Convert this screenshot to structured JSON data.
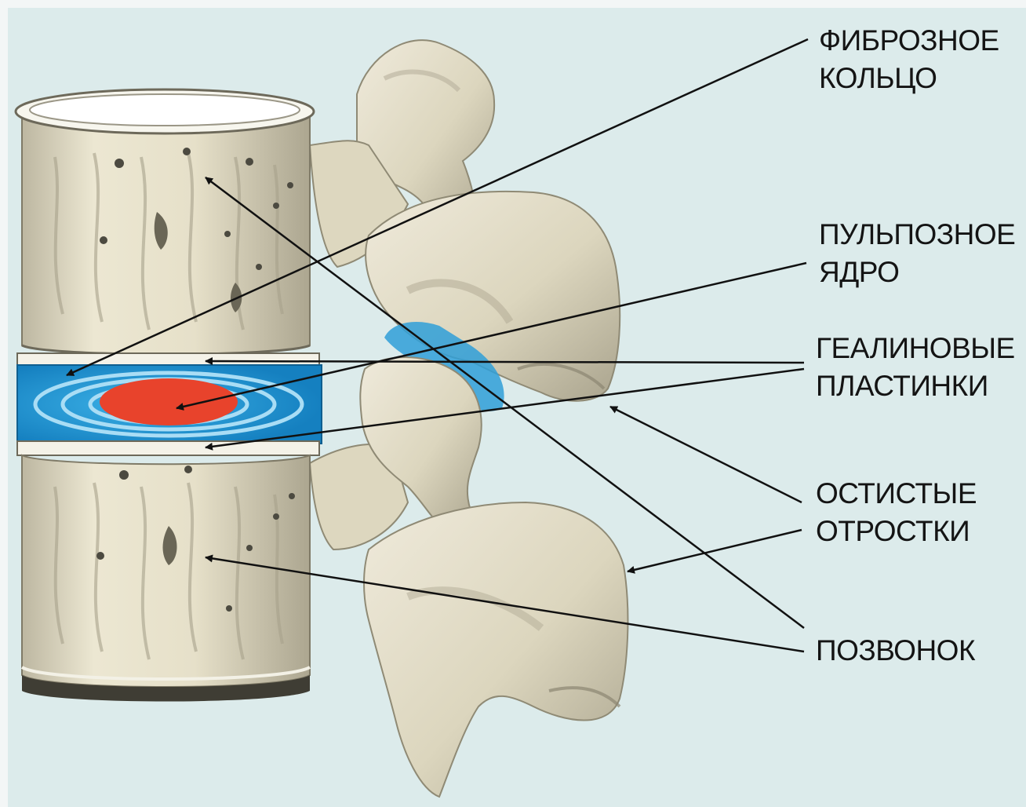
{
  "labels": {
    "annulus": {
      "line1": "ФИБРОЗНОЕ",
      "line2": "КОЛЬЦО"
    },
    "nucleus": {
      "line1": "ПУЛЬПОЗНОЕ",
      "line2": "ЯДРО"
    },
    "endplates": {
      "line1": "ГЕАЛИНОВЫЕ",
      "line2": "ПЛАСТИНКИ"
    },
    "spinous": {
      "line1": "ОСТИСТЫЕ",
      "line2": "ОТРОСТКИ"
    },
    "vertebra": {
      "line1": "ПОЗВОНОК"
    }
  },
  "colors": {
    "bone": "#e2dcc4",
    "bone_shadow": "#9e9882",
    "disc_blue": "#1f95cf",
    "nucleus_red": "#e8432c",
    "arrow": "#111111"
  }
}
